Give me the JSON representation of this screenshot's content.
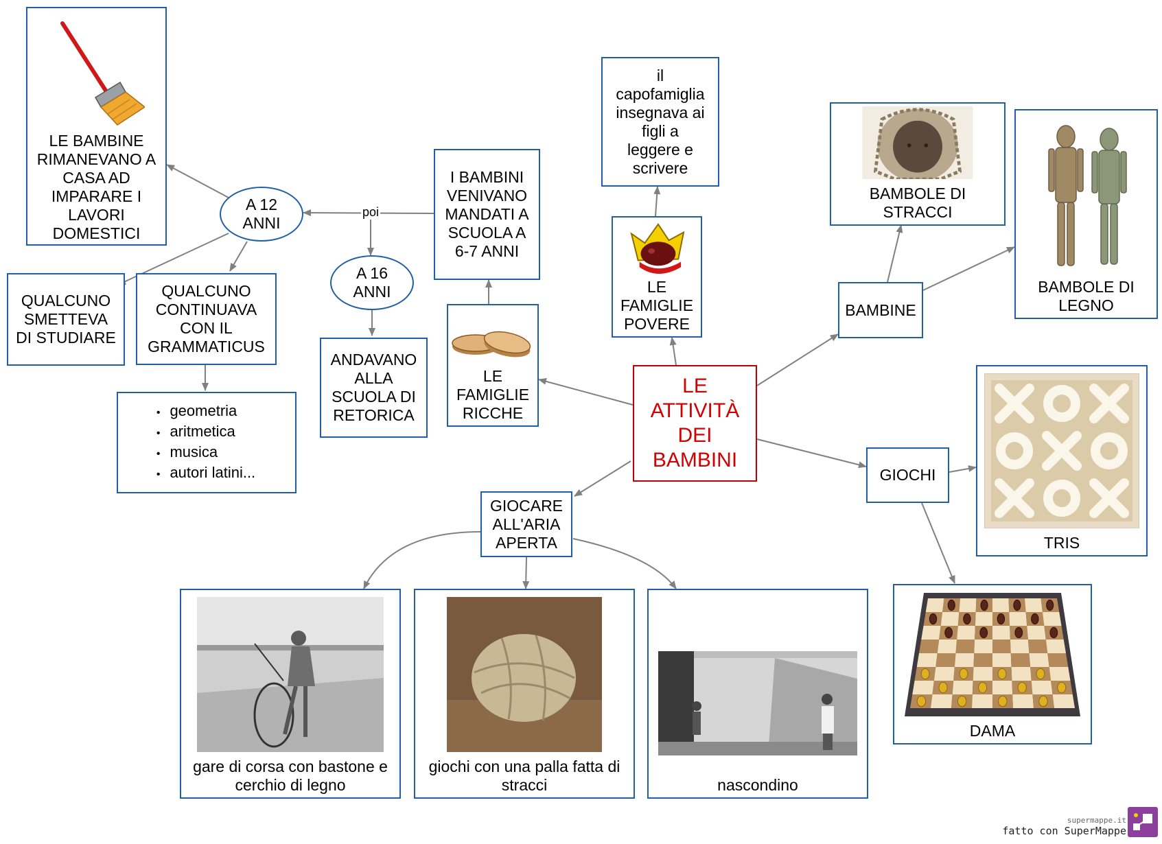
{
  "central": {
    "label": "LE\nATTIVITÀ\nDEI\nBAMBINI"
  },
  "nodes": {
    "bambine_casa": "LE BAMBINE\nRIMANEVANO A\nCASA AD\nIMPARARE I\nLAVORI\nDOMESTICI",
    "a12": "A 12\nANNI",
    "a16": "A 16\nANNI",
    "bambini_scuola": "I BAMBINI\nVENIVANO\nMANDATI A\nSCUOLA A\n6-7 ANNI",
    "capofamiglia": "il\ncapofamiglia\ninsegnava ai\nfigli a\nleggere e\nscrivere",
    "famiglie_povere": "LE\nFAMIGLIE\nPOVERE",
    "famiglie_ricche": "LE\nFAMIGLIE\nRICCHE",
    "smetteva": "QUALCUNO\nSMETTEVA\nDI STUDIARE",
    "grammaticus": "QUALCUNO\nCONTINUAVA\nCON IL\nGRAMMATICUS",
    "retorica": "ANDAVANO\nALLA\nSCUOLA DI\nRETORICA",
    "bambine": "BAMBINE",
    "stracci": "BAMBOLE DI\nSTRACCI",
    "legno": "BAMBOLE DI\nLEGNO",
    "giochi": "GIOCHI",
    "tris": "TRIS",
    "dama": "DAMA",
    "aria_aperta": "GIOCARE\nALL'ARIA\nAPERTA",
    "corsa": "gare di corsa con bastone e\ncerchio di legno",
    "palla": "giochi con una palla fatta di\nstracci",
    "nascondino": "nascondino"
  },
  "subjects": [
    "geometria",
    "aritmetica",
    "musica",
    "autori latini..."
  ],
  "edge_label": "poi",
  "branding": {
    "site": "supermappe.it",
    "made_with": "fatto con SuperMappe"
  },
  "colors": {
    "border": "#1f5fa8",
    "central": "#d40000",
    "arrow": "#808080"
  }
}
